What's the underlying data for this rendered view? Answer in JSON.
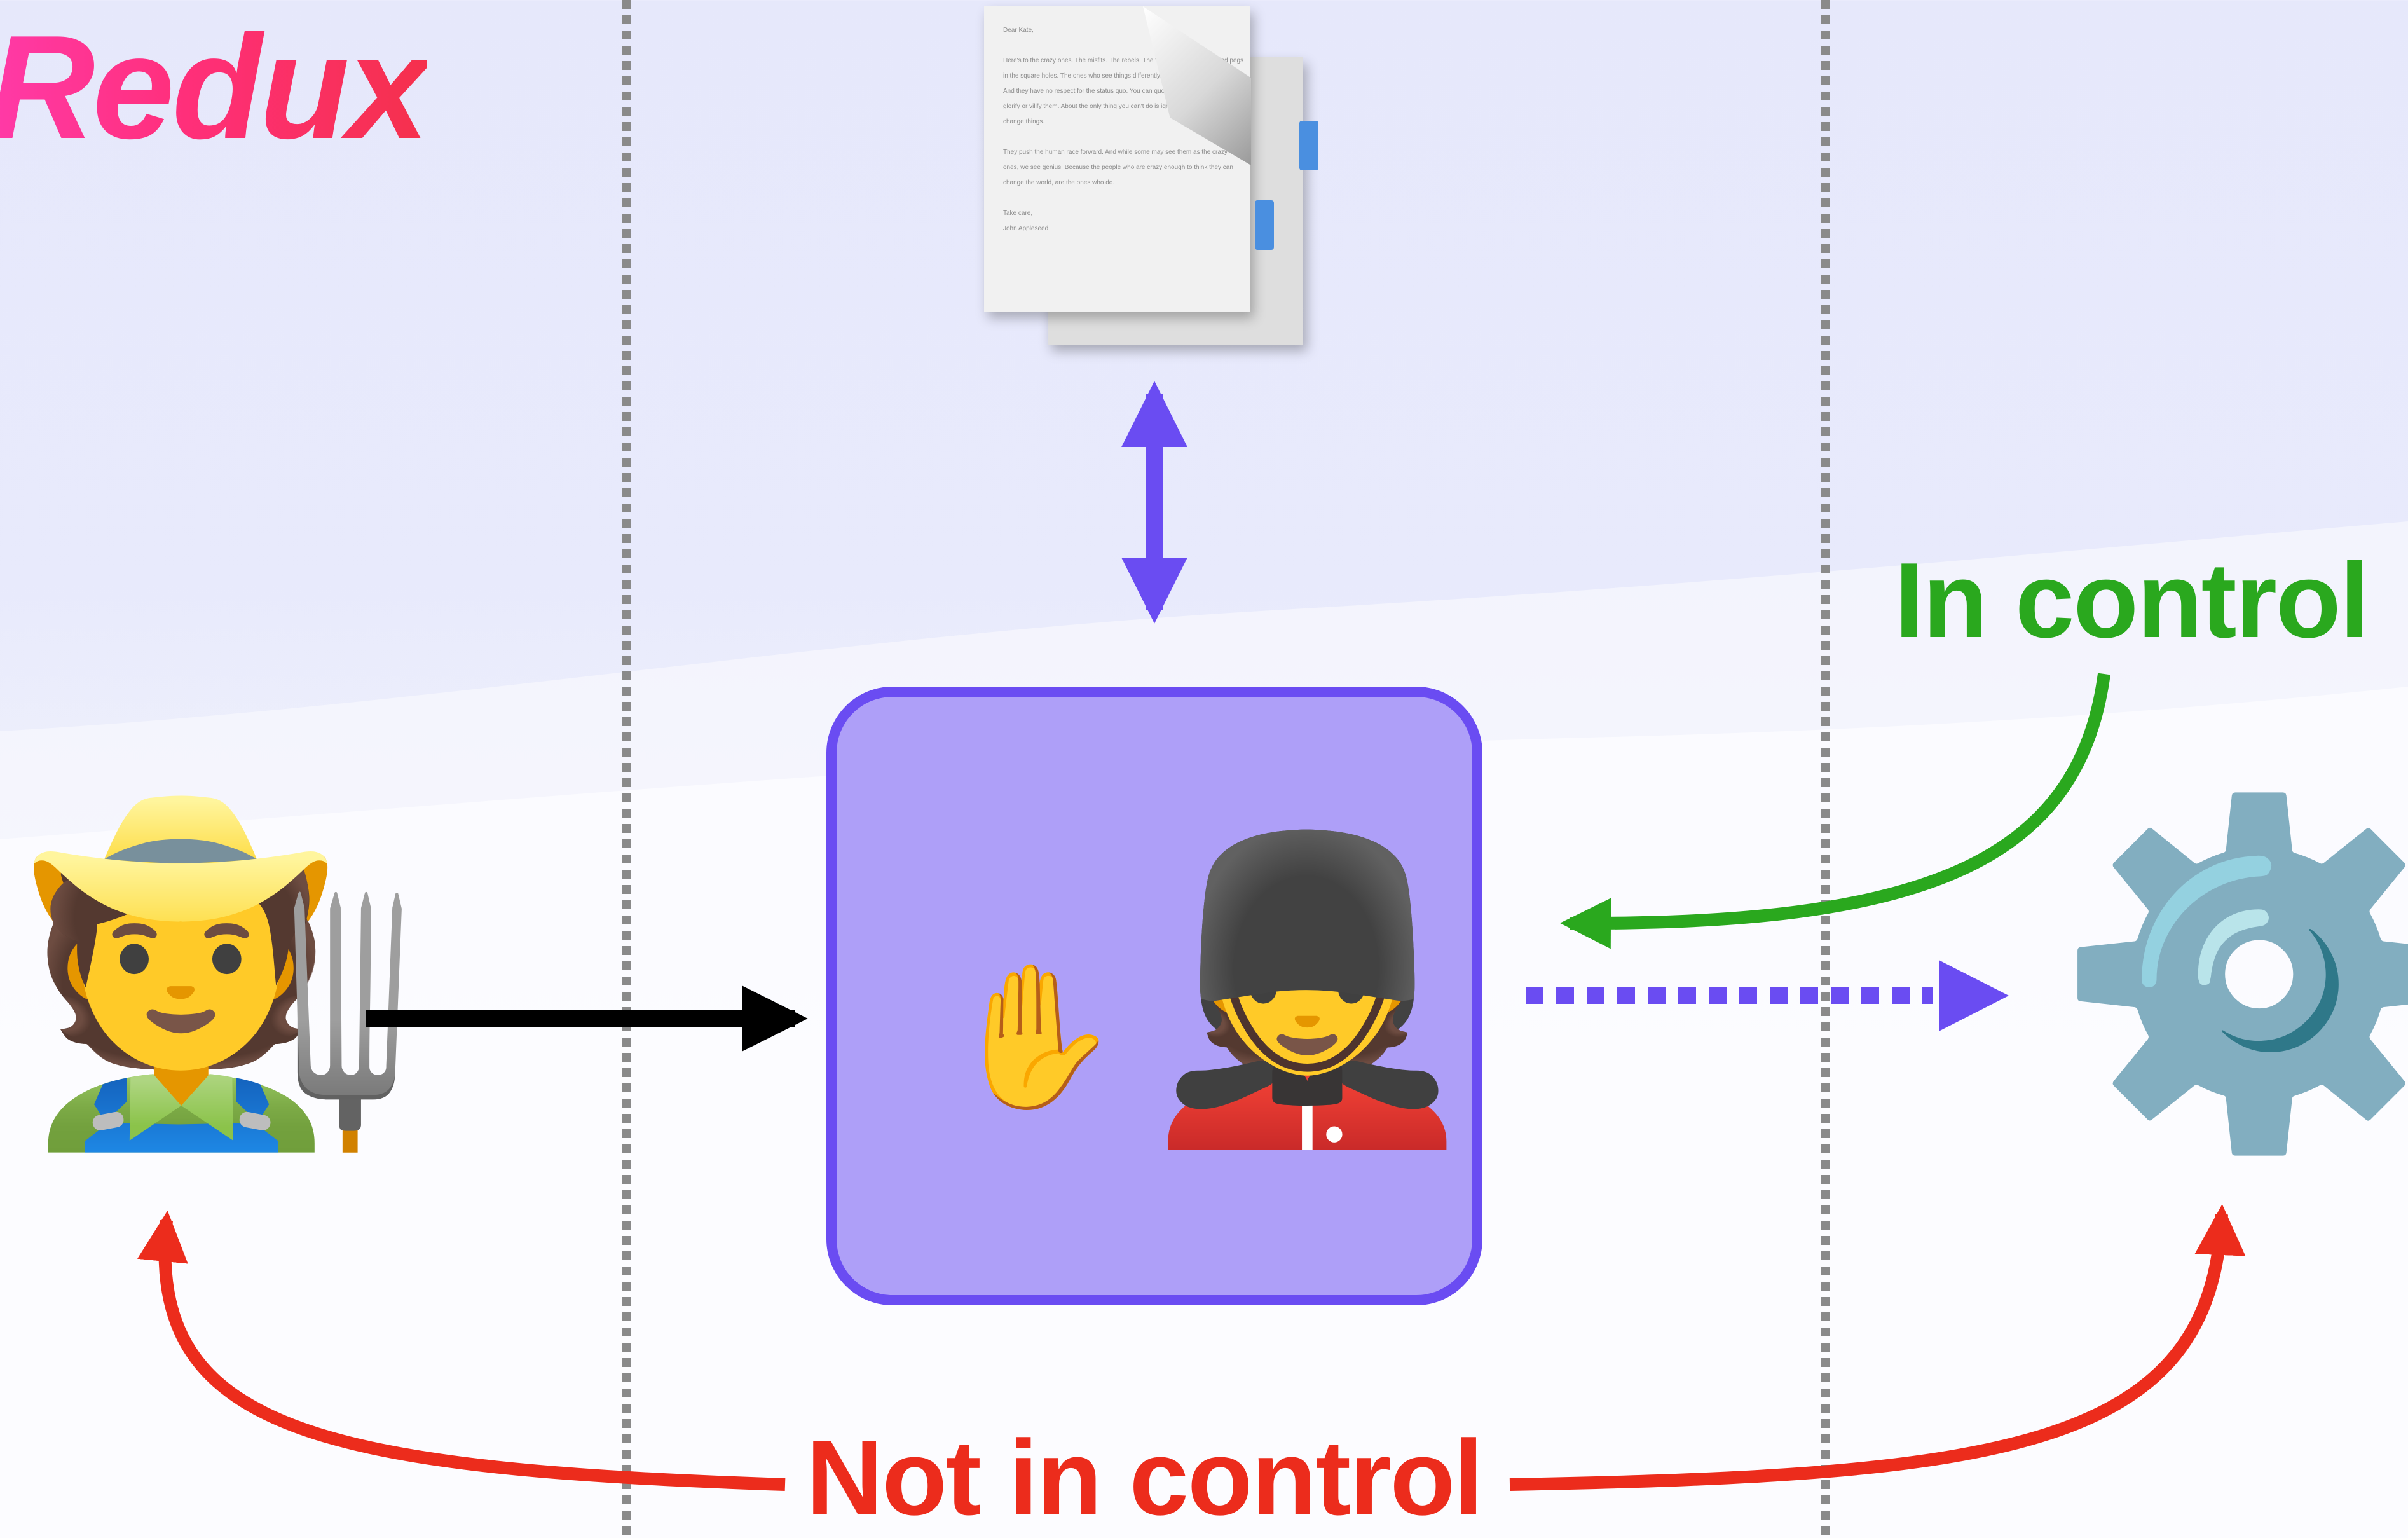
{
  "title": "Redux",
  "labels": {
    "in_control": "In control",
    "not_in_control": "Not in control"
  },
  "document": {
    "letter_text": "Dear Kate,\n\nHere's to the crazy ones. The misfits. The rebels. The troublemakers. The round pegs in the square holes. The ones who see things differently. They're not fond of rules. And they have no respect for the status quo. You can quote them, disagree with them, glorify or vilify them. About the only thing you can't do is ignore them. Because they change things.\n\nThey push the human race forward. And while some may see them as the crazy ones, we see genius. Because the people who are crazy enough to think they can change the world, are the ones who do.\n\nTake care,\nJohn Appleseed"
  },
  "icons": {
    "farmer": "farmer-emoji",
    "hand": "raised-hand-emoji",
    "guard": "royal-guard-emoji",
    "gear": "gear-emoji",
    "document": "document-icon"
  },
  "colors": {
    "title_gradient_start": "#ff3aa8",
    "title_gradient_end": "#f5304c",
    "box_fill": "#ae9ff8",
    "box_border": "#6a4cf2",
    "double_arrow": "#6a4cf2",
    "dotted_arrow": "#6a4cf2",
    "in_control": "#2aa81e",
    "not_in_control": "#ec2c1c",
    "divider": "#8a8a8a"
  }
}
